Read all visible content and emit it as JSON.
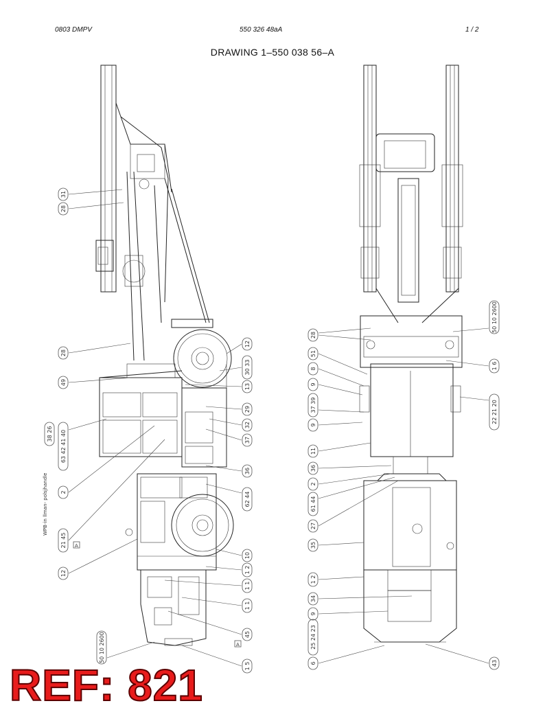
{
  "header": {
    "left": "0803 DMPV",
    "center": "550 326 48aA",
    "right": "1 /   2"
  },
  "title": "DRAWING 1–550 038 56–A",
  "note_text": "WPB-in llman-\npolsjhandle",
  "small_marker": "A",
  "callouts_left": [
    "31",
    "28",
    "28",
    "49",
    "38 26",
    "63 42 41 40",
    "2",
    "21 45",
    "12",
    "50 10 2600",
    "12",
    "30 33",
    "13",
    "29",
    "32",
    "37",
    "36",
    "62 44",
    "10",
    "1 2",
    "1 1",
    "1 1",
    "45",
    "1 5"
  ],
  "callouts_right": [
    "28",
    "51",
    "8",
    "9",
    "37 39",
    "9",
    "11",
    "36",
    "2",
    "61 44",
    "27",
    "35",
    "1 2",
    "34",
    "9",
    "25 24 23",
    "6",
    "50 10 2600",
    "1 6",
    "22 21 20",
    "43"
  ],
  "ref_label": "REF: 821"
}
